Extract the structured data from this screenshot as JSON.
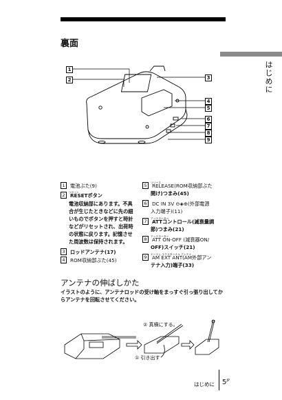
{
  "side_tab": "はじめに",
  "section_title": "裏面",
  "callouts": [
    "1",
    "2",
    "3",
    "4",
    "5",
    "6",
    "7",
    "8",
    "9"
  ],
  "items_left": [
    {
      "num": "1",
      "text": "電池ぶた(9)"
    },
    {
      "num": "2",
      "ruby": "リセット",
      "text": "RESETボタン"
    },
    {
      "num": "",
      "text": "電池収納部にあります。不具"
    },
    {
      "num": "",
      "text": "合が生じたときなどに先の細"
    },
    {
      "num": "",
      "text": "いものでボタンを押すと時計"
    },
    {
      "num": "",
      "text": "などがリセットされ、出荷時"
    },
    {
      "num": "",
      "text": "の状態に戻ります。記憶させ"
    },
    {
      "num": "",
      "text": "た周波数は保持されます。"
    },
    {
      "num": "3",
      "text": "ロッドアンテナ(17)"
    },
    {
      "num": "4",
      "text": "ROM収納部ぶた(45)"
    }
  ],
  "items_right": [
    {
      "num": "5",
      "ruby": "リリース",
      "text": "RELEASE(ROM収納部ぶた"
    },
    {
      "num": "",
      "text": "開け)つまみ(45)"
    },
    {
      "num": "6",
      "text": "DC IN 3V ⊖◈⊕(外部電源"
    },
    {
      "num": "",
      "text": "入力端子)(11)"
    },
    {
      "num": "7",
      "ruby": "アッテネーター",
      "text": "ATTコントロール(減衰量調"
    },
    {
      "num": "",
      "text": "節)つまみ(21)"
    },
    {
      "num": "8",
      "ruby": "アッテネーター",
      "text": "ATT ON-OFF (減衰器ON/"
    },
    {
      "num": "",
      "text": "OFF)スイッチ(21)"
    },
    {
      "num": "9",
      "ruby": "エーエム エクスターナル アンテナ",
      "text": "AM EXT ANT(AM外部アン"
    },
    {
      "num": "",
      "text": "テナ入力)端子(33)"
    }
  ],
  "subsection_title": "アンテナの伸ばしかた",
  "subsection_desc": "イラストのように、アンテナロッドの受け軸をまっすぐ引っ張り出してからアンテナを回転させてください。",
  "step1": "① 引き出す",
  "step2": "② 真横にする。",
  "footer_label": "はじめに",
  "page_number": "5",
  "page_suffix": "JP"
}
